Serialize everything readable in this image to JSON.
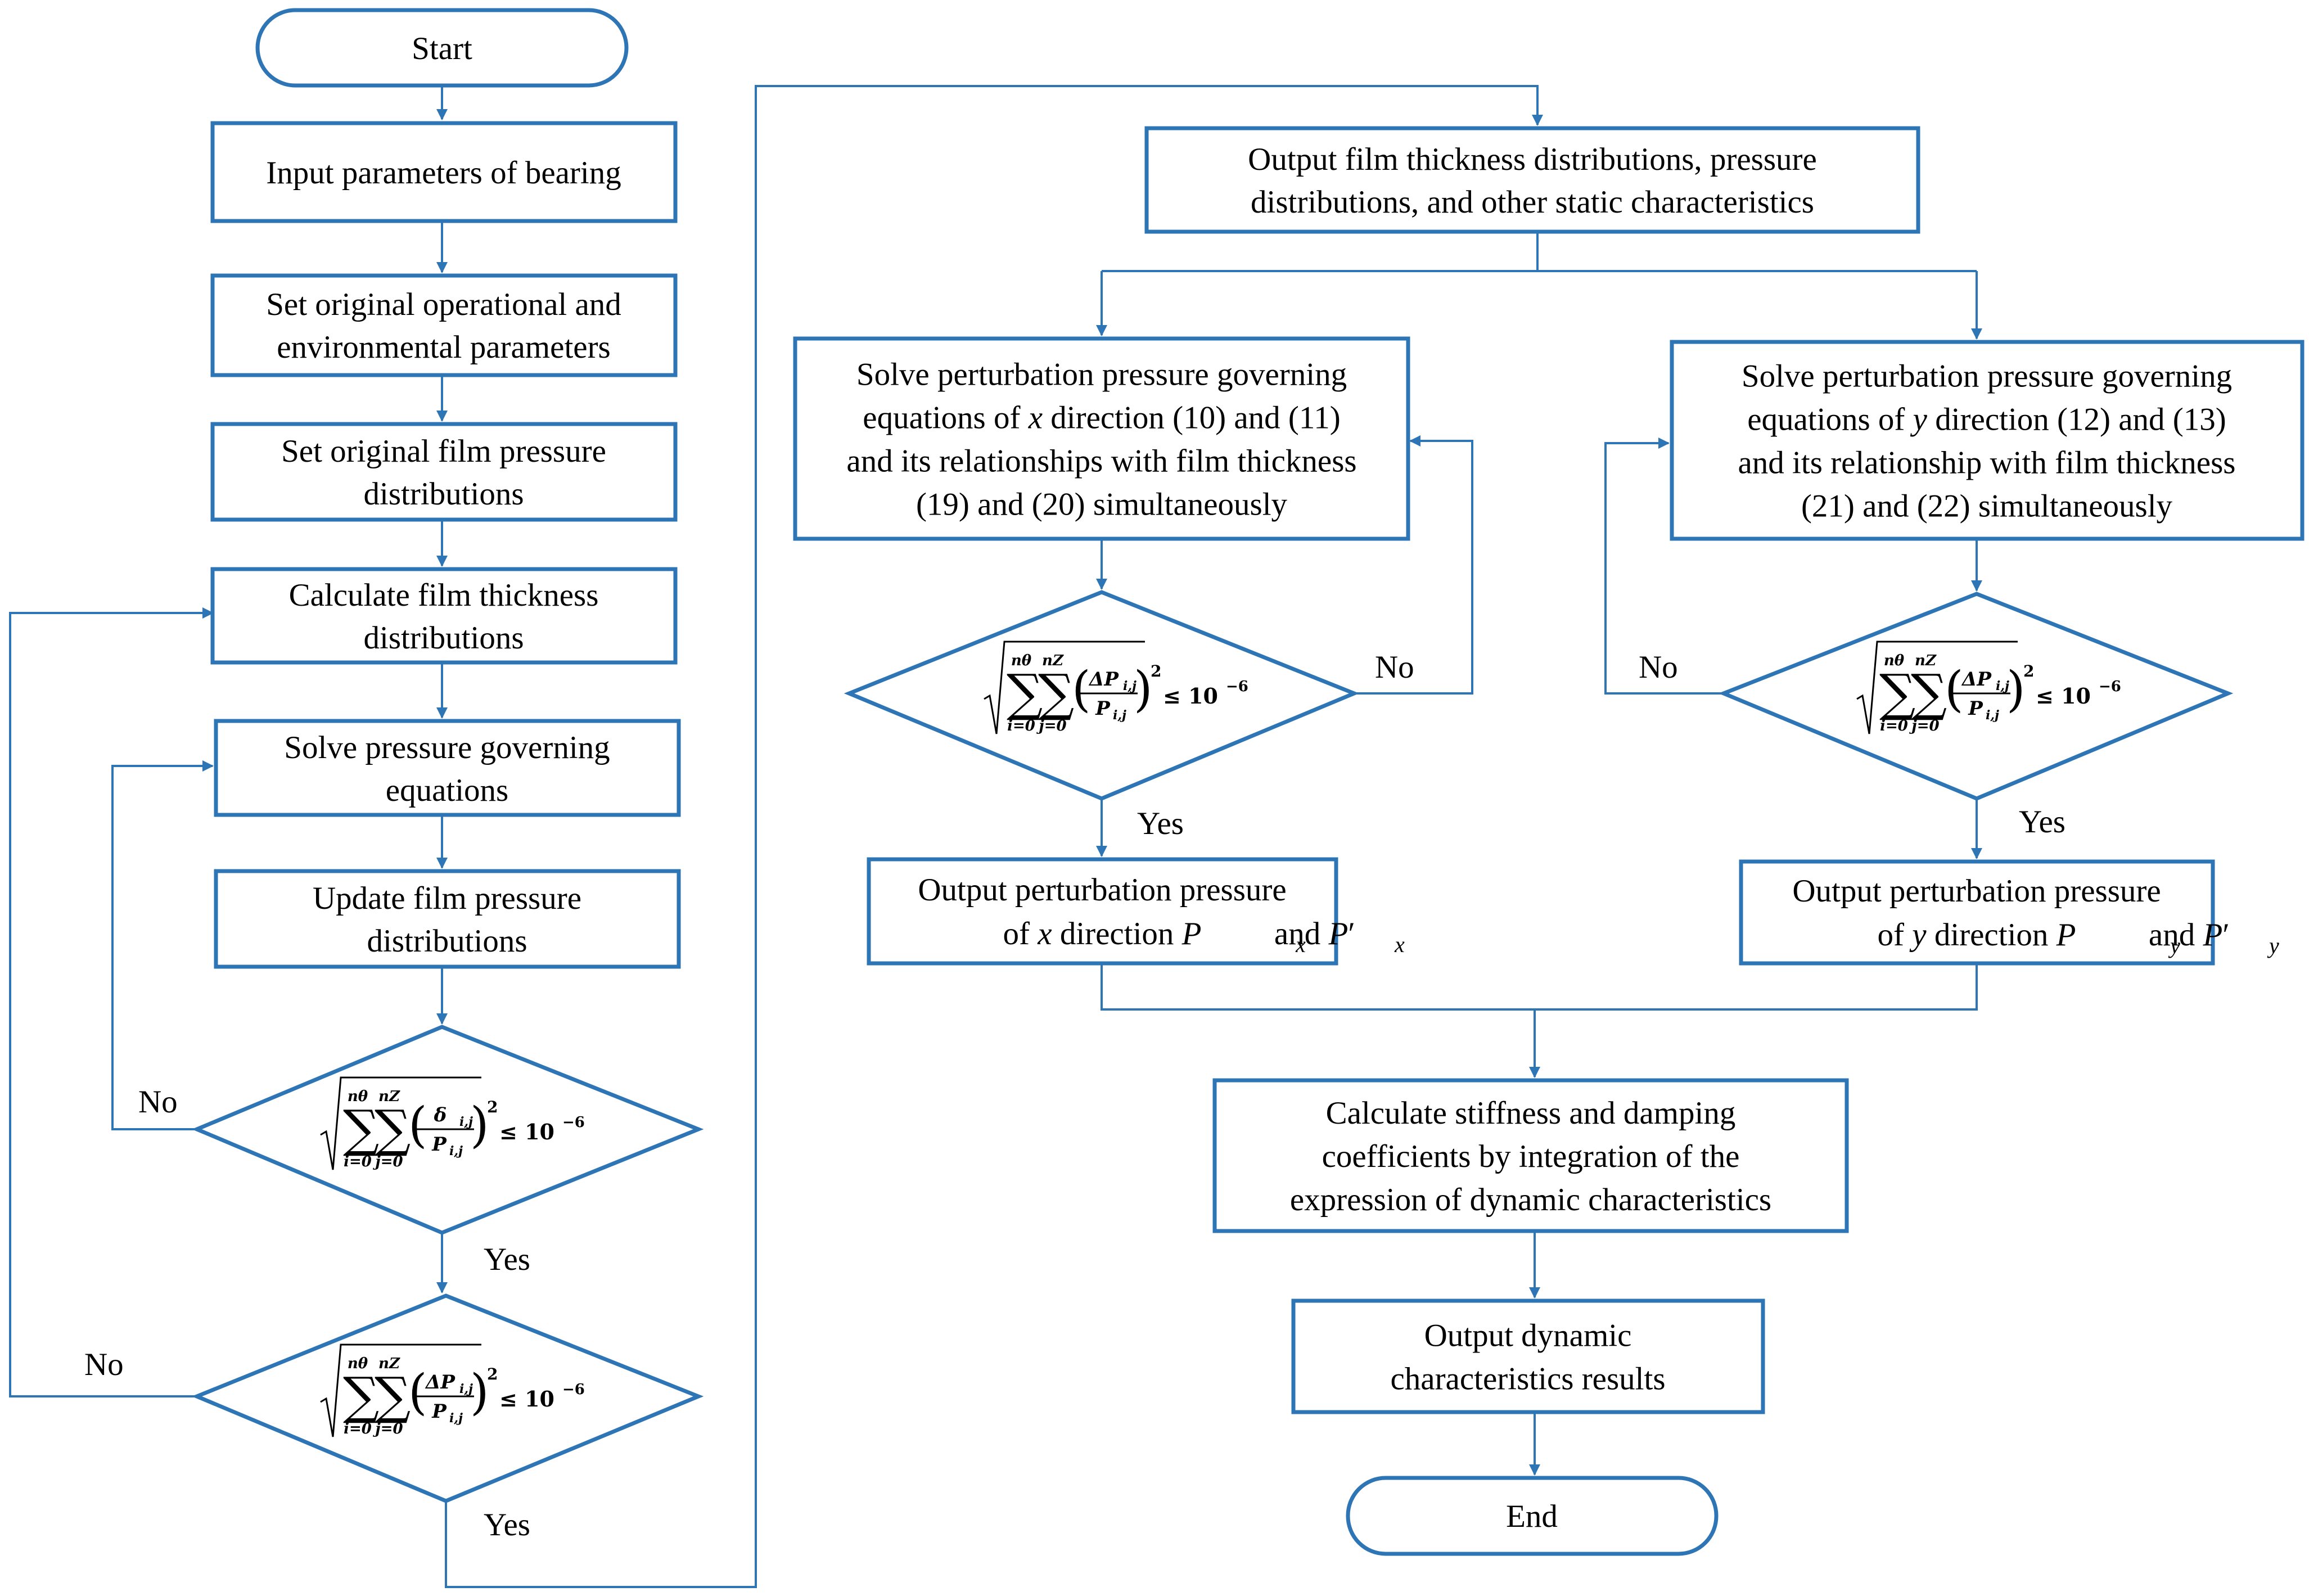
{
  "nodes": {
    "start": [
      "Start"
    ],
    "input_params": [
      "Input parameters of bearing"
    ],
    "set_operational": [
      "Set original operational and",
      "environmental parameters"
    ],
    "set_film_pressure": [
      "Set original film pressure",
      "distributions"
    ],
    "calc_thickness": [
      "Calculate film thickness",
      "distributions"
    ],
    "solve_pressure": [
      "Solve pressure governing",
      "equations"
    ],
    "update_pressure": [
      "Update film pressure",
      "distributions"
    ],
    "output_static": [
      "Output film thickness distributions, pressure",
      "distributions, and other static characteristics"
    ],
    "solve_pert_x": [
      [
        {
          "t": "Solve perturbation pressure governing"
        }
      ],
      [
        {
          "t": "equations of "
        },
        {
          "t": "x",
          "i": true
        },
        {
          "t": " direction  (10) and (11)"
        }
      ],
      [
        {
          "t": "and its relationships with film thickness"
        }
      ],
      [
        {
          "t": "(19) and (20) simultaneously"
        }
      ]
    ],
    "solve_pert_y": [
      [
        {
          "t": "Solve perturbation pressure governing"
        }
      ],
      [
        {
          "t": "equations of "
        },
        {
          "t": "y",
          "i": true
        },
        {
          "t": " direction  (12) and (13)"
        }
      ],
      [
        {
          "t": "and its relationship with film thickness"
        }
      ],
      [
        {
          "t": "(21) and (22)  simultaneously"
        }
      ]
    ],
    "output_pert_x": [
      [
        {
          "t": "Output perturbation pressure"
        }
      ],
      [
        {
          "t": "of "
        },
        {
          "t": "x",
          "i": true
        },
        {
          "t": " direction "
        },
        {
          "t": "P",
          "i": true
        },
        {
          "t": "x",
          "i": true,
          "sub": true
        },
        {
          "t": " and "
        },
        {
          "t": "P",
          "i": true
        },
        {
          "t": "′"
        },
        {
          "t": "x",
          "i": true,
          "sub": true
        }
      ]
    ],
    "output_pert_y": [
      [
        {
          "t": "Output perturbation pressure"
        }
      ],
      [
        {
          "t": "of "
        },
        {
          "t": "y",
          "i": true
        },
        {
          "t": " direction "
        },
        {
          "t": "P",
          "i": true
        },
        {
          "t": "y",
          "i": true,
          "sub": true
        },
        {
          "t": " and "
        },
        {
          "t": "P",
          "i": true
        },
        {
          "t": "′"
        },
        {
          "t": "y",
          "i": true,
          "sub": true
        }
      ]
    ],
    "calc_stiffness": [
      "Calculate stiffness and damping",
      "coefficients by integration of the",
      "expression of dynamic characteristics"
    ],
    "output_dynamic": [
      "Output dynamic",
      "characteristics results"
    ],
    "end": [
      "End"
    ]
  },
  "decisions": {
    "d1": {
      "upper_limit": "nθ",
      "lower_limit": "i=0",
      "upper_limit2": "nZ",
      "lower_limit2": "j=0",
      "numerator": "δ",
      "num_sub": "i,j",
      "denominator": "P",
      "den_sub": "i,j",
      "exp": "2",
      "rel": "≤ 10",
      "rel_exp": "−6"
    },
    "d2": {
      "upper_limit": "nθ",
      "lower_limit": "i=0",
      "upper_limit2": "nZ",
      "lower_limit2": "j=0",
      "numerator": "ΔP",
      "num_sub": "i,j",
      "denominator": "P",
      "den_sub": "i,j",
      "exp": "2",
      "rel": "≤ 10",
      "rel_exp": "−6"
    },
    "dx": {
      "upper_limit": "nθ",
      "lower_limit": "i=0",
      "upper_limit2": "nZ",
      "lower_limit2": "j=0",
      "numerator": "ΔP",
      "num_sub": "i,j",
      "denominator": "P",
      "den_sub": "i,j",
      "exp": "2",
      "rel": "≤ 10",
      "rel_exp": "−6"
    },
    "dy": {
      "upper_limit": "nθ",
      "lower_limit": "i=0",
      "upper_limit2": "nZ",
      "lower_limit2": "j=0",
      "numerator": "ΔP",
      "num_sub": "i,j",
      "denominator": "P",
      "den_sub": "i,j",
      "exp": "2",
      "rel": "≤ 10",
      "rel_exp": "−6"
    }
  },
  "edge_labels": {
    "d1_no": "No",
    "d1_yes": "Yes",
    "d2_no": "No",
    "d2_yes": "Yes",
    "dx_no": "No",
    "dx_yes": "Yes",
    "dy_no": "No",
    "dy_yes": "Yes"
  },
  "colors": {
    "stroke": "#2E75B6",
    "text": "#000000",
    "background": "#FFFFFF"
  }
}
